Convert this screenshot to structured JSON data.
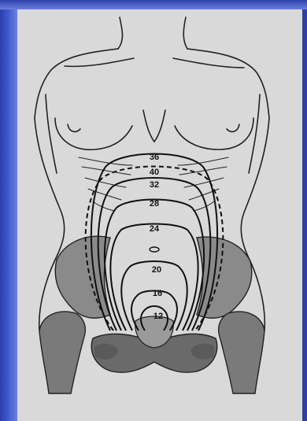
{
  "diagram": {
    "week_labels": [
      "36",
      "40",
      "32",
      "28",
      "24",
      "20",
      "16",
      "12"
    ],
    "colors": {
      "background_blue": "#2a3fa8",
      "paper": "#d9d9d9",
      "outline": "#222222",
      "pelvis_fill": "#8a8a8a",
      "pelvis_shadow": "#5a5a5a"
    }
  }
}
